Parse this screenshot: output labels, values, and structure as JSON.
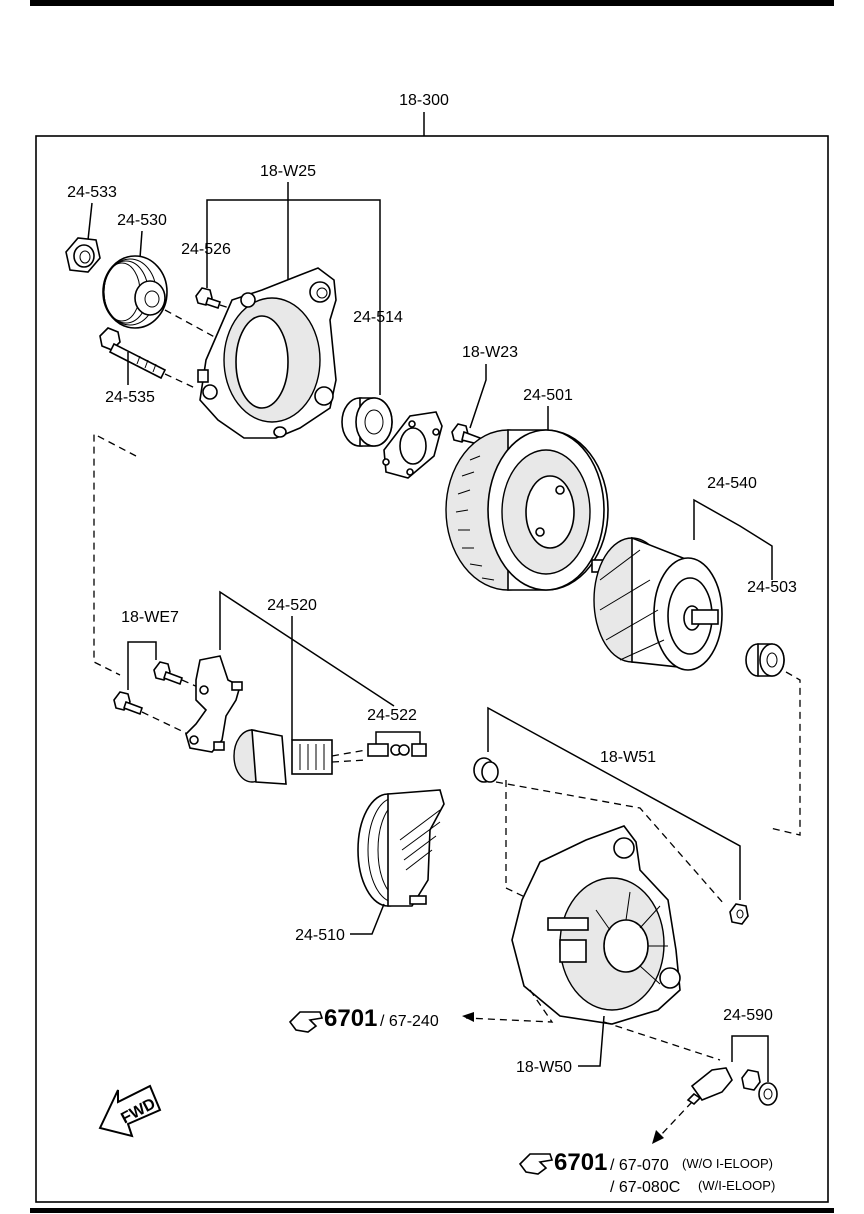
{
  "labels": {
    "assembly": "18-300",
    "p24_533": "24-533",
    "p24_530": "24-530",
    "p18_w25": "18-W25",
    "p24_526": "24-526",
    "p24_514": "24-514",
    "p24_535": "24-535",
    "p18_w23": "18-W23",
    "p24_501": "24-501",
    "p24_540": "24-540",
    "p24_503": "24-503",
    "p18_we7": "18-WE7",
    "p24_520": "24-520",
    "p24_522": "24-522",
    "p18_w51": "18-W51",
    "p24_510": "24-510",
    "p24_590": "24-590",
    "p18_w50": "18-W50"
  },
  "refs": {
    "ref1_num": "6701",
    "ref1_text": "/ 67-240",
    "ref2_num": "6701",
    "ref2_text": "/ 67-070",
    "ref2_note": "(W/O I-ELOOP)",
    "ref3_text": "/ 67-080C",
    "ref3_note": "(W/I-ELOOP)"
  },
  "fwd": "FWD"
}
